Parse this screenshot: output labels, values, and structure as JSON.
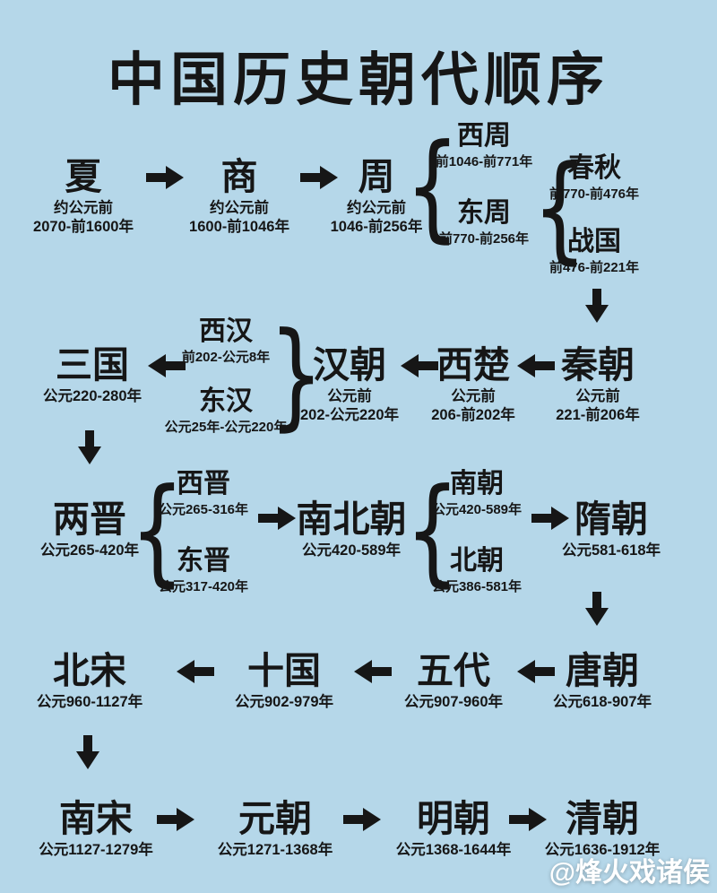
{
  "title": "中国历史朝代顺序",
  "watermark": "@烽火戏诸侯",
  "colors": {
    "background": "#b5d7e9",
    "ink": "#161616",
    "watermark": "#ffffff"
  },
  "icons": {
    "brace_left": "{",
    "brace_right": "}"
  },
  "nodes": {
    "xia": {
      "label": "夏",
      "date1": "约公元前",
      "date2": "2070-前1600年"
    },
    "shang": {
      "label": "商",
      "date1": "约公元前",
      "date2": "1600-前1046年"
    },
    "zhou": {
      "label": "周",
      "date1": "约公元前",
      "date2": "1046-前256年"
    },
    "xizhou": {
      "label": "西周",
      "date1": "前1046-前771年"
    },
    "dongzhou": {
      "label": "东周",
      "date1": "前770-前256年"
    },
    "chunqiu": {
      "label": "春秋",
      "date1": "前770-前476年"
    },
    "zhanguo": {
      "label": "战国",
      "date1": "前476-前221年"
    },
    "qin": {
      "label": "秦朝",
      "date1": "公元前",
      "date2": "221-前206年"
    },
    "xichu": {
      "label": "西楚",
      "date1": "公元前",
      "date2": "206-前202年"
    },
    "han": {
      "label": "汉朝",
      "date1": "公元前",
      "date2": "202-公元220年"
    },
    "xihan": {
      "label": "西汉",
      "date1": "前202-公元8年"
    },
    "donghan": {
      "label": "东汉",
      "date1": "公元25年-公元220年"
    },
    "sanguo": {
      "label": "三国",
      "date1": "公元220-280年"
    },
    "liangjin": {
      "label": "两晋",
      "date1": "公元265-420年"
    },
    "xijin": {
      "label": "西晋",
      "date1": "公元265-316年"
    },
    "dongjin": {
      "label": "东晋",
      "date1": "公元317-420年"
    },
    "nanbeichao": {
      "label": "南北朝",
      "date1": "公元420-589年"
    },
    "nanchao": {
      "label": "南朝",
      "date1": "公元420-589年"
    },
    "beichao": {
      "label": "北朝",
      "date1": "公元386-581年"
    },
    "sui": {
      "label": "隋朝",
      "date1": "公元581-618年"
    },
    "tang": {
      "label": "唐朝",
      "date1": "公元618-907年"
    },
    "wudai": {
      "label": "五代",
      "date1": "公元907-960年"
    },
    "shiguo": {
      "label": "十国",
      "date1": "公元902-979年"
    },
    "beisong": {
      "label": "北宋",
      "date1": "公元960-1127年"
    },
    "nansong": {
      "label": "南宋",
      "date1": "公元1127-1279年"
    },
    "yuan": {
      "label": "元朝",
      "date1": "公元1271-1368年"
    },
    "ming": {
      "label": "明朝",
      "date1": "公元1368-1644年"
    },
    "qing": {
      "label": "清朝",
      "date1": "公元1636-1912年"
    }
  }
}
